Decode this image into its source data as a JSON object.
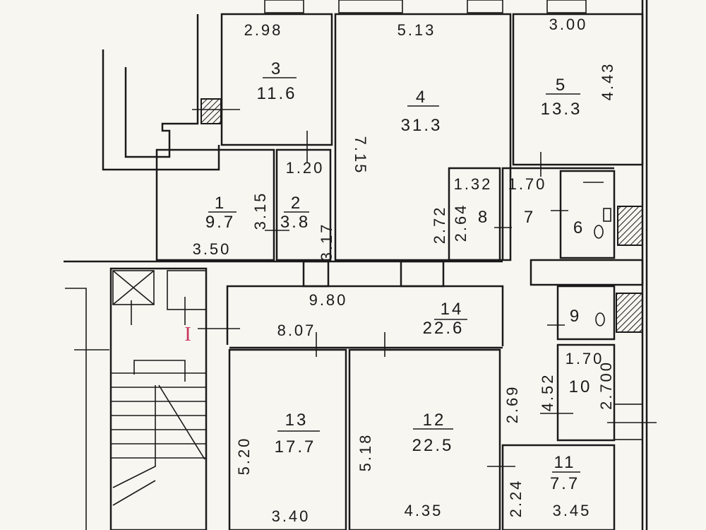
{
  "title": "Floor plan",
  "entrance_marker": "I",
  "rooms": [
    {
      "number": "1",
      "area": "9.7"
    },
    {
      "number": "2",
      "area": "3.8"
    },
    {
      "number": "3",
      "area": "11.6"
    },
    {
      "number": "4",
      "area": "31.3"
    },
    {
      "number": "5",
      "area": "13.3"
    },
    {
      "number": "6"
    },
    {
      "number": "7"
    },
    {
      "number": "8"
    },
    {
      "number": "9"
    },
    {
      "number": "10"
    },
    {
      "number": "11",
      "area": "7.7"
    },
    {
      "number": "12",
      "area": "22.5"
    },
    {
      "number": "13",
      "area": "17.7"
    },
    {
      "number": "14",
      "area": "22.6"
    }
  ],
  "dimensions": {
    "r3_width": "2.98",
    "r4_width": "5.13",
    "r5_width": "3.00",
    "r5_depth": "4.43",
    "r4_depth": "7.15",
    "r2_width": "1.20",
    "r1_depth": "3.15",
    "r2_depth": "3.17",
    "r1_width": "3.50",
    "r8_width": "1.32",
    "r7_width": "1.70",
    "r4_lower": "2.72",
    "r8_depth": "2.64",
    "r14_length": "9.80",
    "r14_inner": "8.07",
    "r10_width": "1.70",
    "r10_depth": "2.700",
    "corr_a": "2.69",
    "corr_b": "4.52",
    "r13_depth": "5.20",
    "r12_depth": "5.18",
    "r11_depth": "2.24",
    "r13_width": "3.40",
    "r12_width": "4.35",
    "r11_width": "3.45"
  }
}
